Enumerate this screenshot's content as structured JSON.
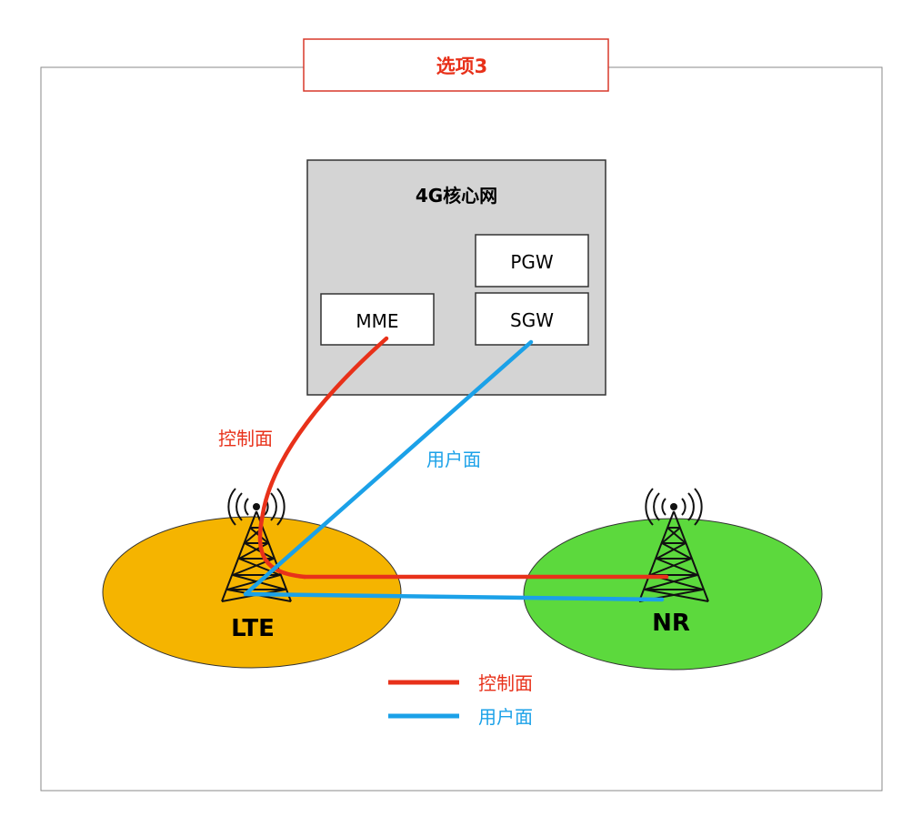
{
  "title": "选项3",
  "core_network": {
    "title": "4G核心网",
    "nodes": {
      "pgw": "PGW",
      "sgw": "SGW",
      "mme": "MME"
    }
  },
  "cells": {
    "lte": "LTE",
    "nr": "NR"
  },
  "link_labels": {
    "control_plane": "控制面",
    "user_plane": "用户面"
  },
  "legend": {
    "items": [
      {
        "label": "控制面",
        "color": "#e8311a"
      },
      {
        "label": "用户面",
        "color": "#1ba1e8"
      }
    ]
  },
  "colors": {
    "title_red": "#e8311a",
    "user_blue": "#1ba1e8",
    "lte_fill": "#f5b400",
    "nr_fill": "#5cd93d",
    "core_fill": "#d4d4d4"
  }
}
